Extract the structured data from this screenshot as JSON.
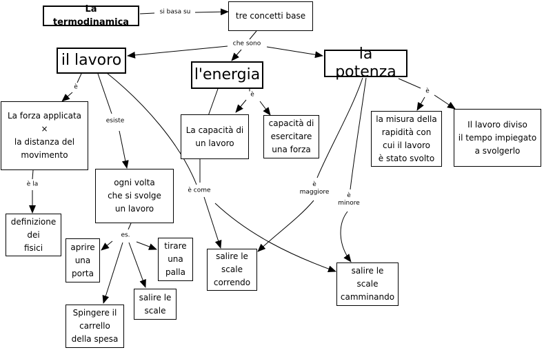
{
  "nodes": {
    "termodinamica": "La termodinamica",
    "tre_concetti": "tre concetti base",
    "lavoro": "il lavoro",
    "energia": "l'energia",
    "potenza": "la potenza",
    "forza_distanza": "La forza applicata\n×\nla distanza del\nmovimento",
    "definizione": "definizione\ndei\nfisici",
    "ogni_volta": "ogni volta\nche si svolge\nun lavoro",
    "capacita_lavoro": "La capacità di\nun lavoro",
    "capacita_forza": "capacità di\nesercitare\nuna forza",
    "misura_rapidita": "la misura della\nrapidità con\ncui il lavoro\nè stato svolto",
    "lavoro_diviso": "Il lavoro diviso\nil tempo impiegato\na svolgerlo",
    "aprire_porta": "aprire\nuna\nporta",
    "tirare_palla": "tirare\nuna\npalla",
    "salire_scale_1": "salire le\nscale",
    "spingere": "Spingere il\ncarrello\ndella spesa",
    "correndo": "salire le\nscale\ncorrendo",
    "camminando": "salire le\nscale\ncamminando"
  },
  "labels": {
    "si_basa_su": "si basa su",
    "che_sono": "che sono",
    "e_lavoro": "è",
    "esiste": "esiste",
    "e_la": "è la",
    "e_come": "è come",
    "es": "es.",
    "e_energia": "è",
    "e_potenza": "è",
    "e_maggiore": "è\nmaggiore",
    "e_minore": "è\nminore"
  }
}
